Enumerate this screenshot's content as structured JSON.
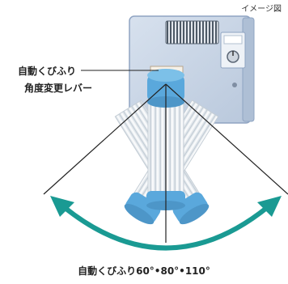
{
  "image_tag": "イメージ図",
  "lever_label": {
    "line1": "自動くびふり",
    "line2": "角度変更レバー"
  },
  "caption": "自動くびふり60°•80°•110°",
  "colors": {
    "unit_body": "#c9d6e8",
    "unit_edge": "#8fa4c2",
    "duct_blue": "#5aa8dc",
    "duct_white": "#eef3f7",
    "arrow_teal": "#1a9a93"
  },
  "icons": {
    "swing_arrow": "double-headed-arc-arrow",
    "dial": "knob-icon"
  }
}
